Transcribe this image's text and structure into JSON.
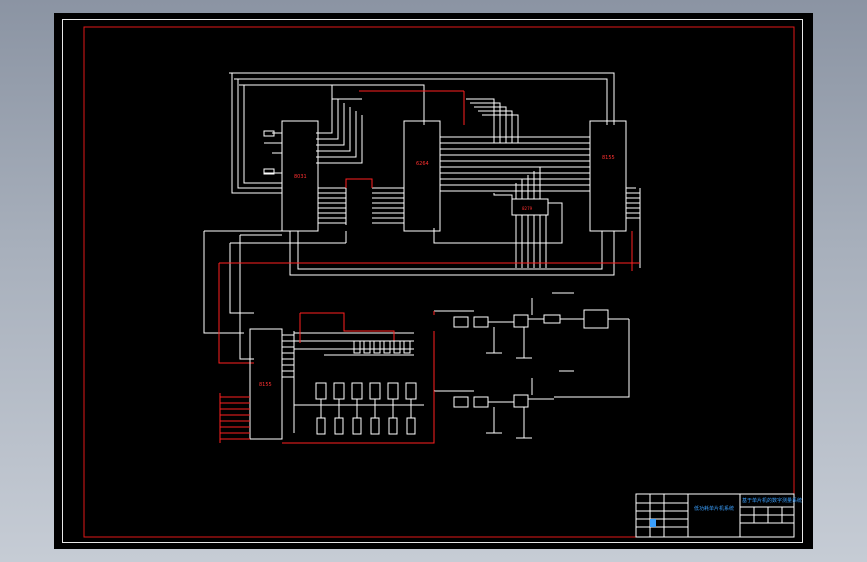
{
  "drawing": {
    "chips": {
      "u1": "8031",
      "u2": "6264",
      "u3": "8155",
      "u4": "8279"
    },
    "titleblock": {
      "left_caption": "低功耗单片机系统",
      "right_caption": "基于单片机的数字测量系统"
    },
    "colors": {
      "background": "#000000",
      "wire": "#ffffff",
      "wire_red": "#ff2020",
      "frame_red": "#e01818",
      "label_blue": "#3aa0ff"
    }
  }
}
